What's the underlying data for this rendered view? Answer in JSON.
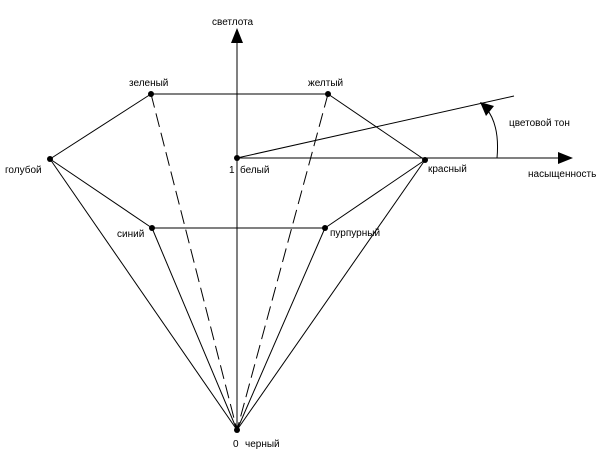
{
  "axes": {
    "vertical_label": "светлота",
    "horizontal_label": "насыщенность",
    "hue_label": "цветовой тон"
  },
  "vertices": {
    "green": "зеленый",
    "yellow": "желтый",
    "cyan": "голубой",
    "white_value": "1",
    "white": "белый",
    "red": "красный",
    "blue": "синий",
    "magenta": "пурпурный",
    "black_value": "0",
    "black": "черный"
  }
}
